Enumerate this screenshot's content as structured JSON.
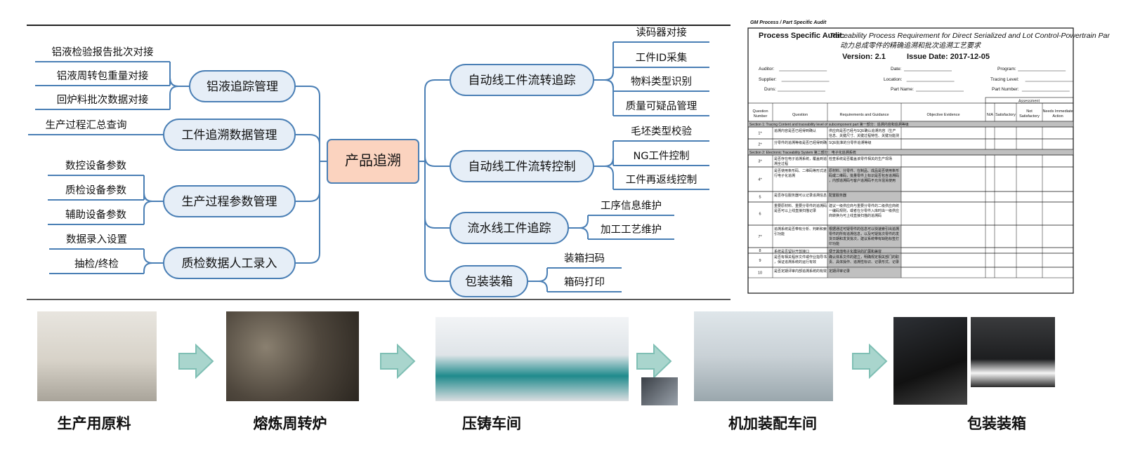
{
  "mindmap": {
    "center": "产品追溯",
    "left_branches": [
      {
        "label": "铝液追踪管理",
        "leaves": [
          "铝液检验报告批次对接",
          "铝液周转包重量对接",
          "回炉料批次数据对接"
        ]
      },
      {
        "label": "工件追溯数据管理",
        "leaves": [
          "生产过程汇总查询"
        ]
      },
      {
        "label": "生产过程参数管理",
        "leaves": [
          "数控设备参数",
          "质检设备参数",
          "辅助设备参数"
        ]
      },
      {
        "label": "质检数据人工录入",
        "leaves": [
          "数据录入设置",
          "抽检/终检"
        ]
      }
    ],
    "right_branches": [
      {
        "label": "自动线工件流转追踪",
        "leaves": [
          "读码器对接",
          "工件ID采集",
          "物料类型识别",
          "质量可疑品管理"
        ]
      },
      {
        "label": "自动线工件流转控制",
        "leaves": [
          "毛坯类型校验",
          "NG工件控制",
          "工件再返线控制"
        ]
      },
      {
        "label": "流水线工件追踪",
        "leaves": [
          "工序信息维护",
          "加工工艺维护"
        ]
      },
      {
        "label": "包装装箱",
        "leaves": [
          "装箱扫码",
          "箱码打印"
        ]
      }
    ]
  },
  "audit": {
    "header": "GM Process / Part Specific Audit",
    "title_bold": "Process Specific Audit:",
    "title_italic": "Traceability Process Requirement for Direct Serialized and Lot Control-Powertrain Parts",
    "title_cn": "动力总成零件的精确追溯和批次追溯工艺要求",
    "version": "Version:  2.1",
    "issue_date": "Issue Date: 2017-12-05",
    "fields": [
      "Auditor:",
      "Date:",
      "Program:",
      "Supplier:",
      "Location:",
      "Tracing Level:",
      "Duns:",
      "Part Name:",
      "Part Number:"
    ],
    "columns": [
      "Question Number",
      "Question",
      "Requirements and Guidance",
      "Objective Evidence",
      "N/A",
      "Satisfactory",
      "Not Satisfactory",
      "Needs Immediate Action"
    ],
    "assessment": "Assessment",
    "section1": "Section 1:   Tracing Content and traceability level of subcomponent part   第一部分：追溯内容和追溯等级",
    "section2": "Section 2:   Electronic Traceability System   第二部分：电子化追溯系统",
    "rows": [
      {
        "n": "1*",
        "q": "追溯内容是否已经得到确认",
        "r": "供应商是否已经与SQE确认追溯内容（生产信息、关键尺寸、关键过程特性、关键功能测试结果等）并得到GM认可"
      },
      {
        "n": "2*",
        "q": "分零件的追溯等级是否已经得到确认",
        "r": "SQE批准的分零件追溯等级"
      },
      {
        "n": "3*",
        "q": "是否存在电子追溯系统，覆盖到追溯全过程",
        "r": "检查系统是否覆盖该零件相关的生产现场"
      },
      {
        "n": "4*",
        "q": "是否使用条形码、二维码等形式进行电子化追溯",
        "r": "原材料、分零件、在制品、成品是否使用条形码或二维码，批量零件上标识是否包含追溯码，内部追溯码与客户追溯码不允许混淆使用"
      },
      {
        "n": "5",
        "q": "是否存在服务器可以记录追溯信息",
        "r": "配置服务器"
      },
      {
        "n": "6",
        "q": "重要原材料、重要分零件的追溯码是否可以上线直接扫描记录",
        "r": "建议一级供应商与重要分零件的二级供应商统一编码规则，或者在分零件入库时由一级供应商转换为可上线直接扫描的追溯码"
      },
      {
        "n": "7*",
        "q": "追溯系统是否带有分析、判断和索引功能",
        "r": "根据通过可疑零件的信息可以快速索引出追溯零件的所有追溯信息，以及可疑批次零件的发货日期和发货批次，建议系统带有缺陷标签打印功能"
      },
      {
        "n": "8",
        "q": "系统是否留好开放接口",
        "r": "便于其他电子化模块的扩展和兼容"
      },
      {
        "n": "9",
        "q": "是否有相关程序文件或作业指导书，保证追溯系统的运行有效",
        "r": "确认体系文件的建立，明确规定相关部门的职责、具体操作、追溯性标识、记录形式、记录保存期、负责部门、负责方式等"
      },
      {
        "n": "10",
        "q": "是否定期评审内部追溯系统的有效性",
        "r": "定期评审记录"
      }
    ]
  },
  "process_flow": {
    "steps": [
      "生产用原料",
      "熔炼周转炉",
      "压铸车间",
      "机加装配车间",
      "包装装箱"
    ]
  },
  "colors": {
    "node_fill": "#e6eef7",
    "node_border": "#4a7fb5",
    "center_fill": "#fbd3bf",
    "line": "#4a7fb5",
    "arrow": "#7fbfb4"
  }
}
